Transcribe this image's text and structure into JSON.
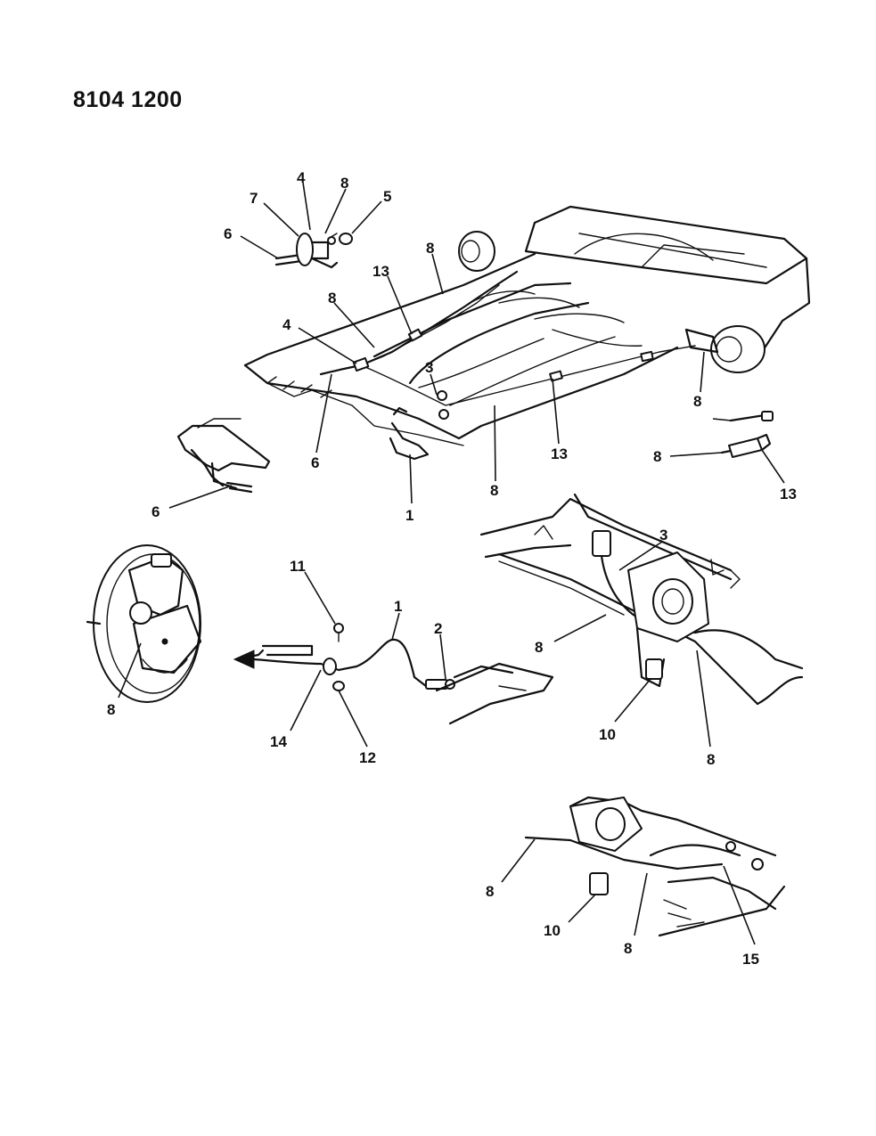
{
  "document_number": "8104 1200",
  "callouts": {
    "top": [
      "4",
      "8",
      "7",
      "5",
      "6",
      "8",
      "13",
      "8",
      "4",
      "3",
      "6",
      "1",
      "8",
      "13",
      "8",
      "8",
      "13",
      "6"
    ],
    "brake_assembly": [
      "8"
    ],
    "front_cable": [
      "11",
      "1",
      "2",
      "14",
      "12"
    ],
    "equalizer": [
      "3",
      "8",
      "10",
      "8"
    ],
    "rear_detail": [
      "8",
      "10",
      "8",
      "15"
    ]
  }
}
